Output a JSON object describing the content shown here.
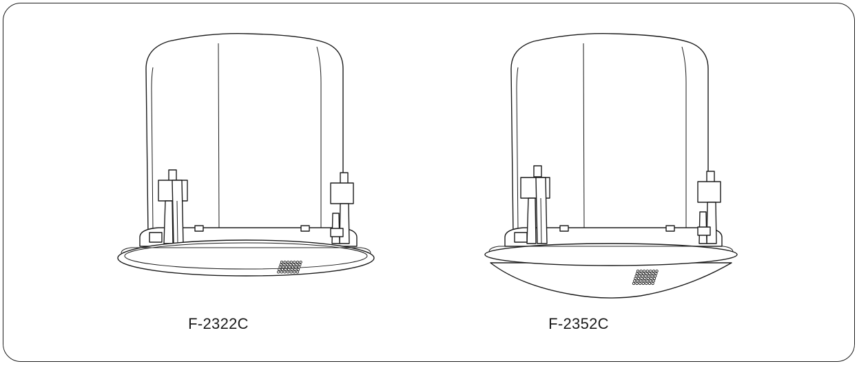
{
  "products": [
    {
      "model": "F-2322C",
      "baffle": "flat"
    },
    {
      "model": "F-2352C",
      "baffle": "dome"
    }
  ],
  "colors": {
    "line": "#1a1a1a",
    "background": "#ffffff"
  }
}
